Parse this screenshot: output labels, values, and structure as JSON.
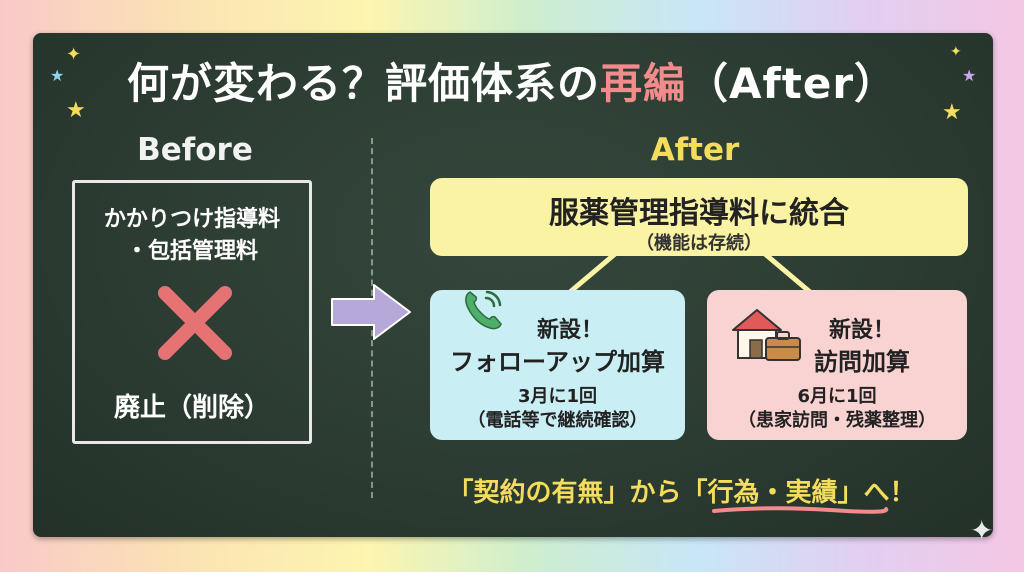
{
  "title": {
    "main": "何が変わる？評価体系の",
    "highlight": "再編",
    "suffix": "（After）"
  },
  "before": {
    "label": "Before",
    "line1": "かかりつけ指導料",
    "line2": "・包括管理料",
    "status": "廃止（削除）"
  },
  "after": {
    "label": "After",
    "main_box": {
      "title": "服薬管理指導料に統合",
      "subtitle": "（機能は存続）"
    },
    "followup_box": {
      "heading": "新設！",
      "name": "フォローアップ加算",
      "frequency": "3月に1回",
      "note": "（電話等で継続確認）"
    },
    "visit_box": {
      "heading": "新設！",
      "name": "訪問加算",
      "frequency": "6月に1回",
      "note": "（患家訪問・残薬整理）"
    }
  },
  "bottom_message": "「契約の有無」から「行為・実績」へ！",
  "icons": [
    "phone-icon",
    "house-icon",
    "briefcase-icon",
    "cross-mark-icon",
    "right-arrow-icon",
    "star-icon",
    "sparkle-icon"
  ],
  "colors": {
    "board": "#2e3f34",
    "accent_yellow": "#f4dc5c",
    "highlight_red": "#f28b8b",
    "x_red": "#e57373"
  }
}
